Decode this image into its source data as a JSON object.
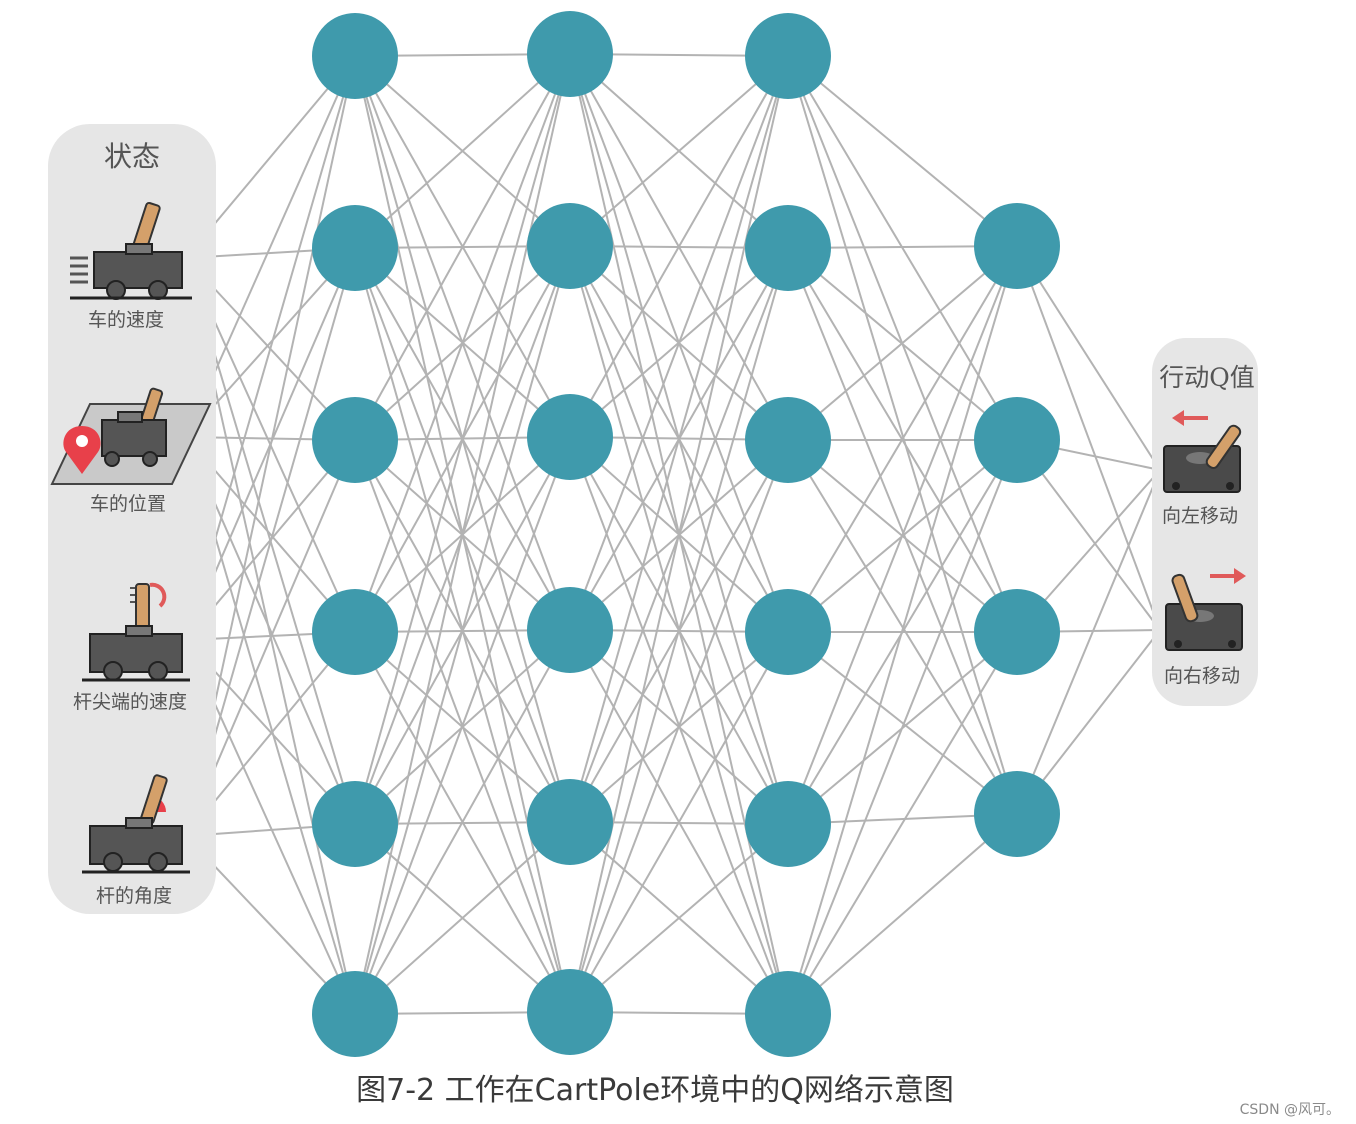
{
  "colors": {
    "node": "#3f9aac",
    "edge": "#b3b3b3",
    "panel": "#e6e6e6",
    "cart_body": "#555555",
    "pole": "#d4a06a",
    "arrow": "#e05a5a",
    "marker": "#e8404a"
  },
  "network": {
    "layer_sizes": [
      4,
      6,
      6,
      6,
      4,
      2
    ]
  },
  "input_panel": {
    "title": "状态",
    "items": [
      {
        "label": "车的速度",
        "icon": "cart-speed-icon"
      },
      {
        "label": "车的位置",
        "icon": "cart-position-icon"
      },
      {
        "label": "杆尖端的速度",
        "icon": "pole-tip-speed-icon"
      },
      {
        "label": "杆的角度",
        "icon": "pole-angle-icon"
      }
    ]
  },
  "output_panel": {
    "title": "行动Q值",
    "items": [
      {
        "label": "向左移动",
        "icon": "move-left-icon"
      },
      {
        "label": "向右移动",
        "icon": "move-right-icon"
      }
    ]
  },
  "caption": "图7-2 工作在CartPole环境中的Q网络示意图",
  "watermark": "CSDN @风可。"
}
